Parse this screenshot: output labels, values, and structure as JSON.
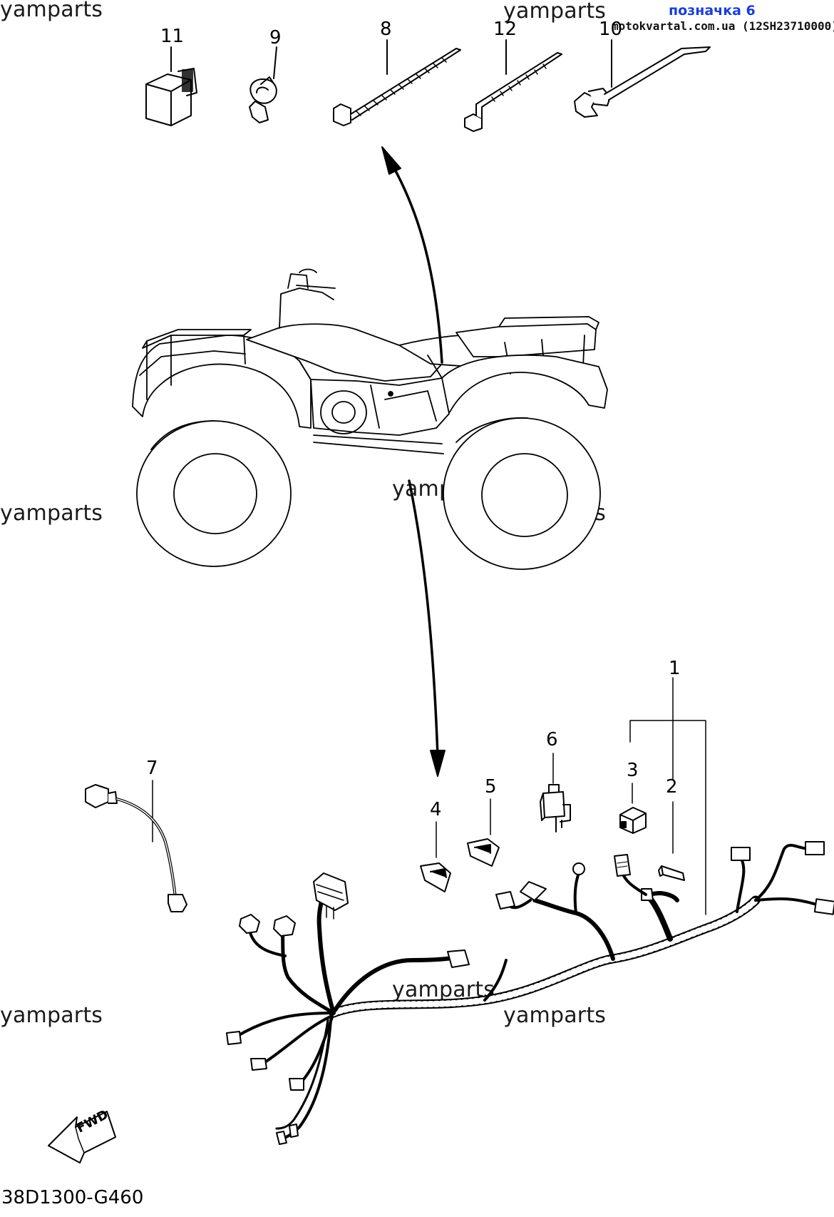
{
  "watermark": "yamparts",
  "tag": {
    "title": "позначка 6",
    "subtitle": "motokvartal.com.ua (12SH23710000)"
  },
  "callouts": {
    "n1": "1",
    "n2": "2",
    "n3": "3",
    "n4": "4",
    "n5": "5",
    "n6": "6",
    "n7": "7",
    "n8": "8",
    "n9": "9",
    "n10": "10",
    "n11": "11",
    "n12": "12"
  },
  "fwd_label": "FWD",
  "diagram_code": "38D1300-G460",
  "colors": {
    "ink": "#000000",
    "tag_blue": "#1a3fd6",
    "background": "#ffffff"
  }
}
